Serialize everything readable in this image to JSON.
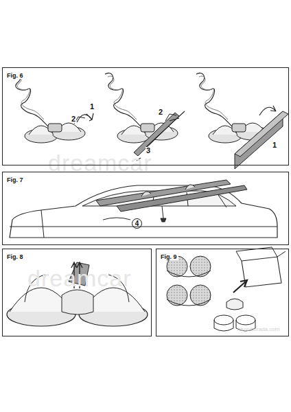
{
  "diagram": {
    "nodes": [
      {
        "text": [
          "Fig. 6"
        ]
      },
      {
        "text": [
          "Fig. 7"
        ]
      },
      {
        "text": [
          "Fig. 8"
        ]
      },
      {
        "text": [
          "Fig. 9"
        ]
      }
    ],
    "labels": [
      "2",
      "1",
      "2",
      "3",
      "1",
      "4",
      "dreamcar",
      "dreamcar",
      "hepsiburada.com"
    ]
  }
}
